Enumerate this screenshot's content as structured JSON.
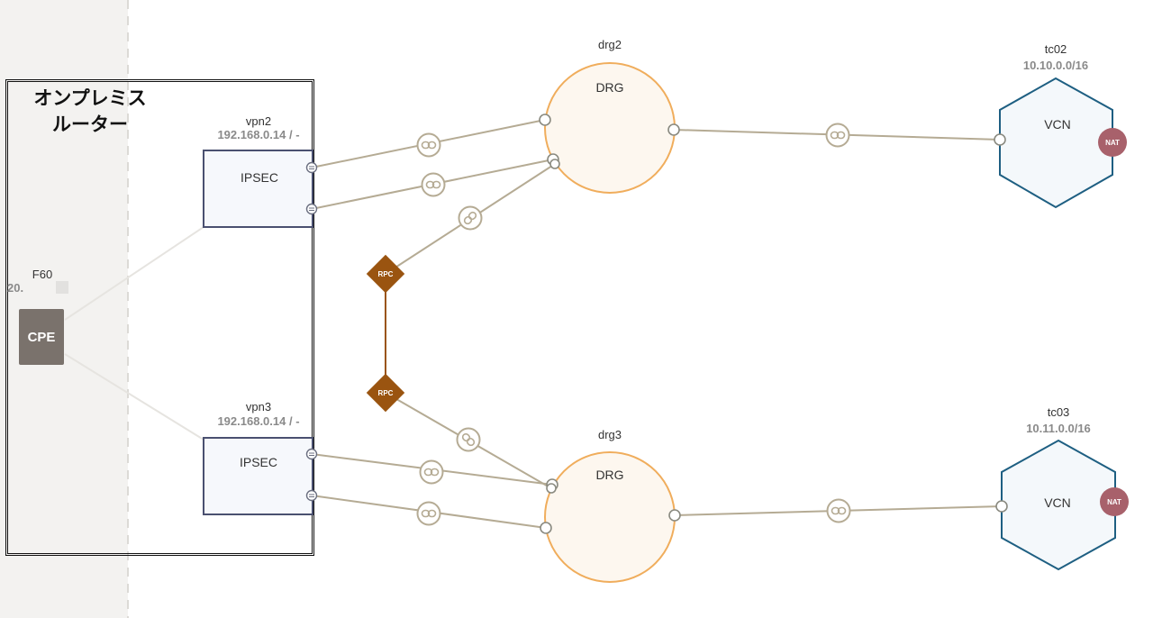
{
  "onprem": {
    "line1": "オンプレミス",
    "line2": "ルーター"
  },
  "cpe": {
    "title": "F60",
    "ip": "20.",
    "label": "CPE"
  },
  "vpn2": {
    "title": "vpn2",
    "ip": "192.168.0.14 / -",
    "label": "IPSEC"
  },
  "vpn3": {
    "title": "vpn3",
    "ip": "192.168.0.14 / -",
    "label": "IPSEC"
  },
  "drg2": {
    "title": "drg2",
    "label": "DRG"
  },
  "drg3": {
    "title": "drg3",
    "label": "DRG"
  },
  "tc02": {
    "title": "tc02",
    "cidr": "10.10.0.0/16",
    "label": "VCN",
    "badge": "NAT"
  },
  "tc03": {
    "title": "tc03",
    "cidr": "10.11.0.0/16",
    "label": "VCN",
    "badge": "NAT"
  },
  "rpc": {
    "top": "RPC",
    "bottom": "RPC"
  },
  "colors": {
    "link": "#b5ab94",
    "drg_stroke": "#f0ad5c",
    "drg_fill": "#fdf7ef",
    "vcn_stroke": "#1e5f82",
    "vcn_fill": "#f4f8fb",
    "rpc": "#9a5410",
    "nat": "#a8616b",
    "cpe": "#7a726c",
    "ipsec_stroke": "#4a5070",
    "ipsec_fill": "#f6f8fc"
  }
}
